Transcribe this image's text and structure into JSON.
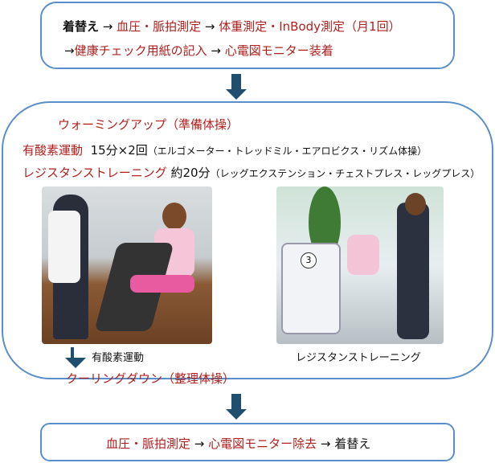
{
  "pre": {
    "line1": [
      {
        "text": "着替え",
        "c": "blk"
      },
      {
        "text": " → ",
        "c": "blk"
      },
      {
        "text": "血圧・脈拍測定",
        "c": "red"
      },
      {
        "text": " → ",
        "c": "blk"
      },
      {
        "text": "体重測定・InBody測定（月1回）",
        "c": "red"
      }
    ],
    "line2": [
      {
        "text": "→",
        "c": "blk"
      },
      {
        "text": "健康チェック用紙の記入",
        "c": "red"
      },
      {
        "text": " → ",
        "c": "blk"
      },
      {
        "text": "心電図モニター装着",
        "c": "red"
      }
    ]
  },
  "main": {
    "warmup": "ウォーミングアップ（準備体操）",
    "aerobic_label": "有酸素運動",
    "aerobic_time": "15分×2回",
    "aerobic_detail": "（エルゴメーター・トレッドミル・エアロビクス・リズム体操）",
    "resist_label": "レジスタンストレーニング",
    "resist_time": "約20分",
    "resist_detail": "（レッグエクステンション・チェストプレス・レッグプレス）",
    "caption_left": "有酸素運動",
    "caption_right": "レジスタンストレーニング",
    "cooldown": "クーリングダウン（整理体操）",
    "machine_number": "3"
  },
  "post": [
    {
      "text": "血圧・脈拍測定",
      "c": "red"
    },
    {
      "text": " → ",
      "c": "blk"
    },
    {
      "text": "心電図モニター除去",
      "c": "red"
    },
    {
      "text": " → ",
      "c": "blk"
    },
    {
      "text": "着替え",
      "c": "blk"
    }
  ]
}
